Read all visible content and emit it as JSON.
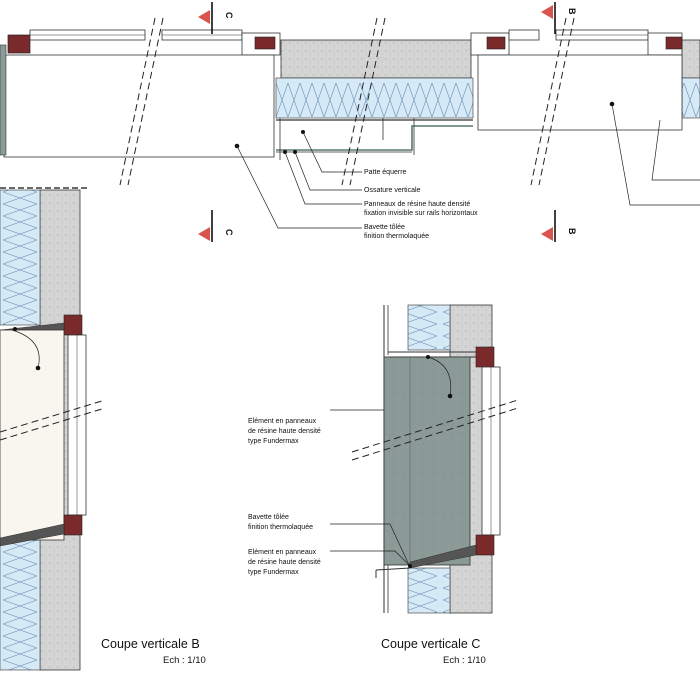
{
  "plan_annotations": [
    "Patte équerre",
    "Ossature verticale",
    "Panneaux de résine haute densité",
    "fixation invisible sur rails horizontaux",
    "Bavette tôlée",
    "finition thermolaquée"
  ],
  "section_c_annotations": [
    "Elément en panneaux",
    "de résine haute densité",
    "type Fundermax",
    "Bavette tôlée",
    "finition thermolaquée",
    "Elément en panneaux",
    "de résine haute densité",
    "type Fundermax"
  ],
  "section_markers": {
    "c": "C",
    "b": "B"
  },
  "titles": {
    "b": {
      "title": "Coupe verticale B",
      "scale": "Ech : 1/10"
    },
    "c": {
      "title": "Coupe verticale C",
      "scale": "Ech : 1/10"
    }
  },
  "colors": {
    "concrete": "#d4d4d4",
    "insulation": "#d6e9f7",
    "panel": "#8c9a97",
    "window_frame": "#7a2a2a",
    "glass_interior": "#f8f6ee",
    "marker_red": "#d9534f"
  }
}
